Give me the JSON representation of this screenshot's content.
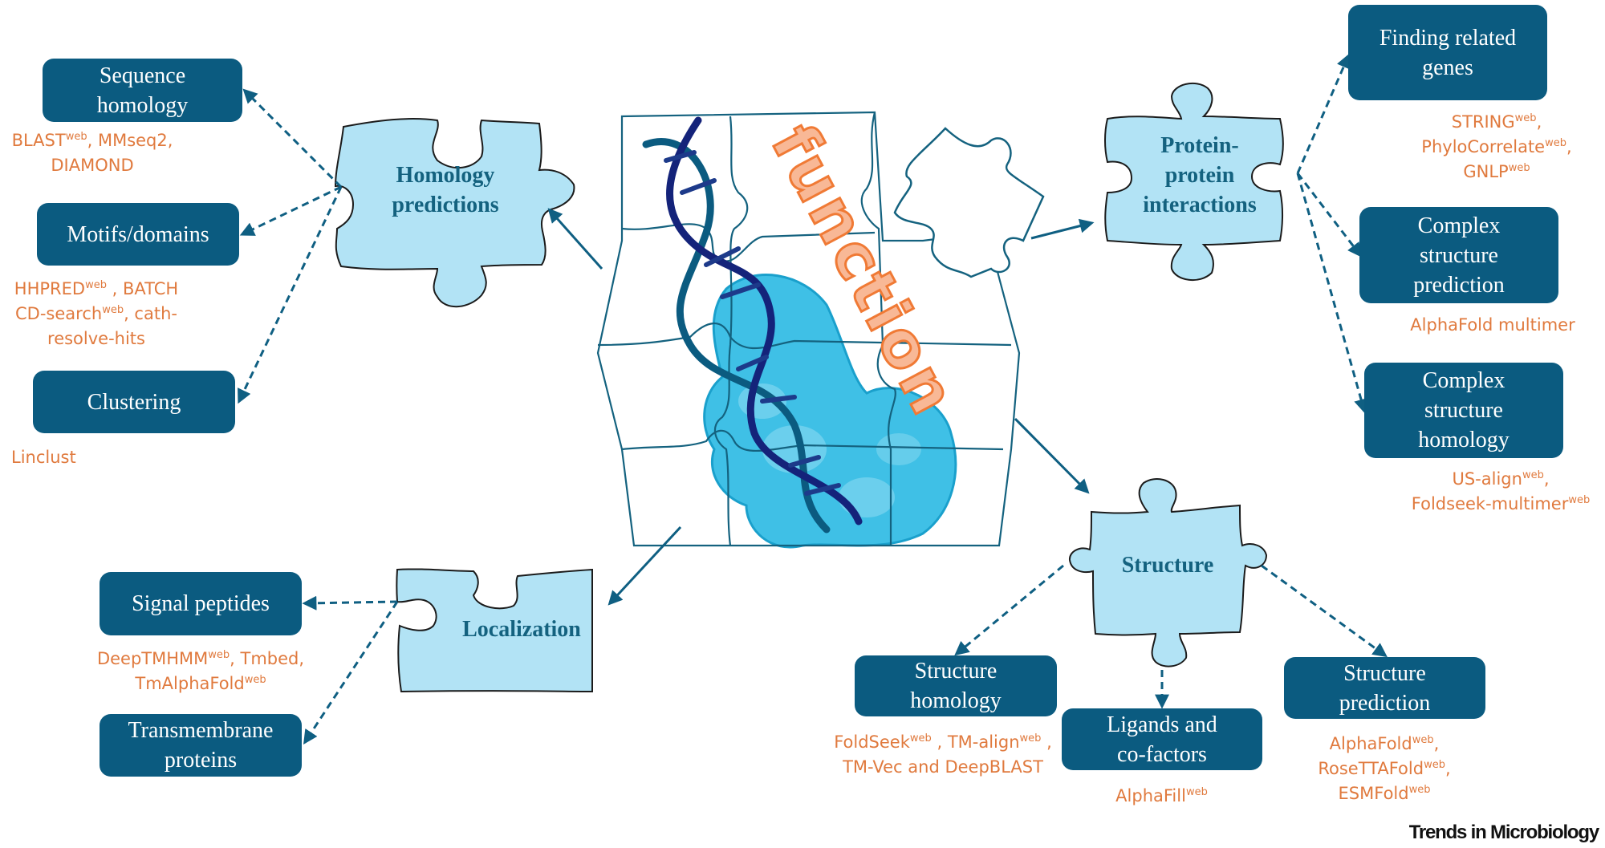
{
  "central": {
    "label": "function",
    "icon": "dna-protein-puzzle"
  },
  "colors": {
    "box": "#0b5b80",
    "tool_text": "#e07a3e",
    "puzzle_fill": "#b2e3f5",
    "puzzle_label": "#14627f",
    "arrow": "#0f5f82"
  },
  "hubs": {
    "homology": {
      "label_l1": "Homology",
      "label_l2": "predictions"
    },
    "ppi": {
      "label_l1": "Protein-",
      "label_l2": "protein",
      "label_l3": "interactions"
    },
    "localization": {
      "label": "Localization"
    },
    "structure": {
      "label": "Structure"
    }
  },
  "boxes": {
    "sequence_homology": {
      "l1": "Sequence",
      "l2": "homology",
      "tools": [
        {
          "name": "BLAST",
          "web": true,
          "sep": ", "
        },
        {
          "name": "MMseq2,",
          "web": false,
          "sep": ""
        },
        {
          "name": "DIAMOND",
          "web": false,
          "sep": ""
        }
      ]
    },
    "motifs_domains": {
      "l1": "Motifs/domains",
      "tools": [
        {
          "name": "HHPRED",
          "web": true,
          "sep": " , BATCH"
        },
        {
          "name": "CD-search",
          "web": true,
          "sep": ", cath-"
        },
        {
          "name": "resolve-hits",
          "web": false,
          "sep": ""
        }
      ]
    },
    "clustering": {
      "l1": "Clustering",
      "tools": [
        {
          "name": "Linclust",
          "web": false,
          "sep": ""
        }
      ]
    },
    "signal_peptides": {
      "l1": "Signal peptides",
      "tools": [
        {
          "name": "DeepTMHMM",
          "web": true,
          "sep": ", Tmbed,"
        },
        {
          "name": "TmAlphaFold",
          "web": true,
          "sep": ""
        }
      ]
    },
    "transmembrane": {
      "l1": "Transmembrane",
      "l2": "proteins"
    },
    "finding_related_genes": {
      "l1": "Finding related",
      "l2": "genes",
      "tools": [
        {
          "name": "STRING",
          "web": true,
          "sep": ","
        },
        {
          "name": "PhyloCorrelate",
          "web": true,
          "sep": ","
        },
        {
          "name": "GNLP",
          "web": true,
          "sep": ""
        }
      ]
    },
    "complex_structure_prediction": {
      "l1": "Complex",
      "l2": "structure",
      "l3": "prediction",
      "tools": [
        {
          "name": "AlphaFold multimer",
          "web": false,
          "sep": ""
        }
      ]
    },
    "complex_structure_homology": {
      "l1": "Complex",
      "l2": "structure",
      "l3": "homology",
      "tools": [
        {
          "name": "US-align",
          "web": true,
          "sep": ","
        },
        {
          "name": "Foldseek-multimer",
          "web": true,
          "sep": ""
        }
      ]
    },
    "structure_homology": {
      "l1": "Structure",
      "l2": "homology",
      "tools": [
        {
          "name": "FoldSeek",
          "web": true,
          "sep": " , "
        },
        {
          "name": "TM-align",
          "web": true,
          "sep": " ,"
        },
        {
          "name": "TM-Vec and DeepBLAST",
          "web": false,
          "sep": ""
        }
      ]
    },
    "ligands_cofactors": {
      "l1": "Ligands and",
      "l2": "co-factors",
      "tools": [
        {
          "name": "AlphaFill",
          "web": true,
          "sep": ""
        }
      ]
    },
    "structure_prediction": {
      "l1": "Structure",
      "l2": "prediction",
      "tools": [
        {
          "name": "AlphaFold",
          "web": true,
          "sep": ","
        },
        {
          "name": "RoseTTAFold",
          "web": true,
          "sep": ","
        },
        {
          "name": "ESMFold",
          "web": true,
          "sep": ""
        }
      ]
    }
  },
  "web_tag": "web",
  "footer": {
    "journal": "Trends in Microbiology"
  }
}
